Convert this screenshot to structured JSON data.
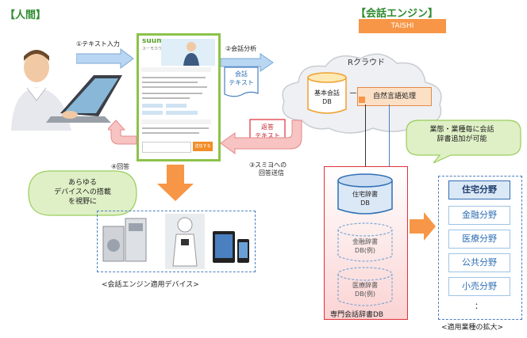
{
  "human_label": "【人間】",
  "engine_label": "【会話エンジン】",
  "engine_name": "TAISHI",
  "cloud_label": "Rクラウド",
  "step1": "①テキスト入力",
  "step2": "②会話分析",
  "step3_line1": "③スミヨへの",
  "step3_line2": "回答送信",
  "step4": "④回答",
  "doc_conv": [
    "会話",
    "テキスト"
  ],
  "doc_reply": [
    "返答",
    "テキスト"
  ],
  "base_db": [
    "基本会話",
    "DB"
  ],
  "nlp": "自然言語処理",
  "bubble_right": [
    "業態・業種毎に会話",
    "辞書追加が可能"
  ],
  "bubble_left": [
    "あらゆる",
    "デバイスへの搭載",
    "を視野に"
  ],
  "dict_dbs": [
    {
      "line1": "住宅辞書",
      "line2": "DB"
    },
    {
      "line1": "金融辞書",
      "line2": "DB(例)"
    },
    {
      "line1": "医療辞書",
      "line2": "DB(例)"
    }
  ],
  "dict_box_label": "専門会話辞書DB",
  "industries": [
    "住宅分野",
    "金融分野",
    "医療分野",
    "公共分野",
    "小売分野"
  ],
  "industries_more": "：",
  "industries_caption": "<適用業種の拡大>",
  "devices_caption": "<会話エンジン適用デバイス>",
  "app_brand": "suumo",
  "app_brand_sub": "スーモカウンター",
  "app_button": "送信する",
  "colors": {
    "accent_green": "#2e8b2e",
    "engine_orange": "#f79646",
    "red_border": "#e0303a",
    "blue": "#2f6fb5"
  }
}
